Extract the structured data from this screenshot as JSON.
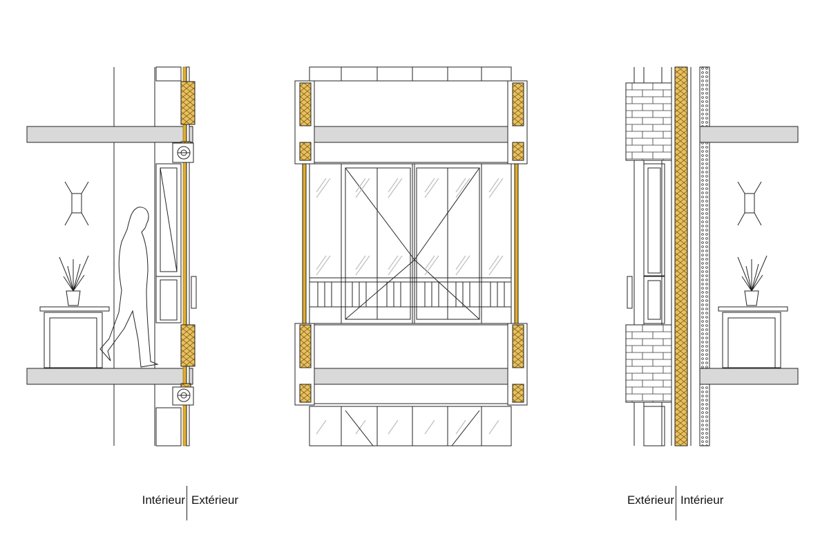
{
  "captions": {
    "left": {
      "inside": "Intérieur",
      "outside": "Extérieur"
    },
    "right": {
      "outside": "Extérieur",
      "inside": "Intérieur"
    }
  },
  "colors": {
    "slab": "#d9d9d9",
    "insulation": "#e8c060",
    "timber": "#e0ae2a",
    "line": "#222222",
    "glass_hatch": "#bdbdbd",
    "background": "#ffffff"
  },
  "icons": [
    "wall-lamp-icon",
    "potted-plant-icon",
    "person-silhouette-icon",
    "side-table-icon",
    "roller-shutter-icon"
  ]
}
